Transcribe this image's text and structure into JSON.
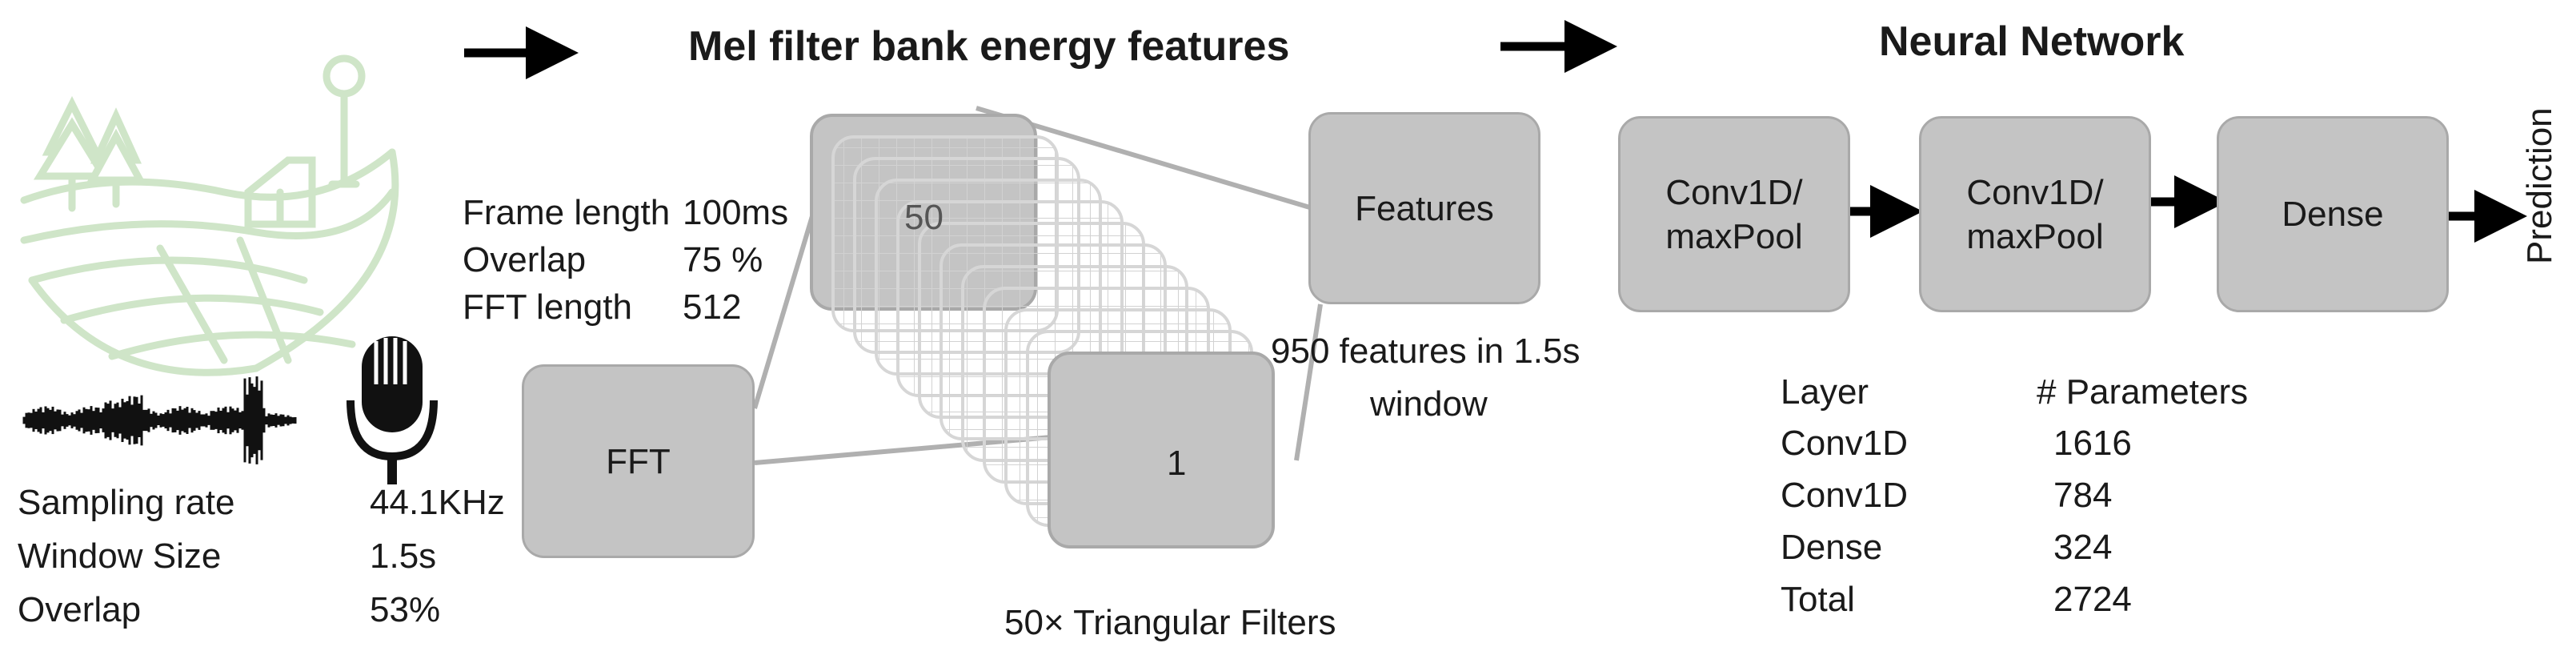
{
  "titles": {
    "mel": "Mel filter bank energy features",
    "nn": "Neural Network"
  },
  "input": {
    "sampling_rate_label": "Sampling rate",
    "sampling_rate_value": "44.1KHz",
    "window_size_label": "Window Size",
    "window_size_value": "1.5s",
    "overlap_label": "Overlap",
    "overlap_value": "53%"
  },
  "fft_params": {
    "frame_length_label": "Frame length",
    "frame_length_value": "100ms",
    "overlap_label": "Overlap",
    "overlap_value": "75 %",
    "fft_length_label": "FFT length",
    "fft_length_value": "512"
  },
  "blocks": {
    "fft": "FFT",
    "filter_top": "50",
    "filter_bottom": "1",
    "filters_caption": "50× Triangular Filters",
    "features": "Features",
    "features_line1": "950 features in 1.5s",
    "features_line2": "window",
    "conv1_line1": "Conv1D/",
    "conv1_line2": "maxPool",
    "conv2_line1": "Conv1D/",
    "conv2_line2": "maxPool",
    "dense": "Dense",
    "prediction": "Prediction"
  },
  "params_table": {
    "headers": [
      "Layer",
      "# Parameters"
    ],
    "rows": [
      [
        "Conv1D",
        "1616"
      ],
      [
        "Conv1D",
        "784"
      ],
      [
        "Dense",
        "324"
      ],
      [
        "Total",
        "2724"
      ]
    ]
  },
  "colors": {
    "box_fill": "#c4c4c4",
    "box_border": "#a9a9a9",
    "logo": "#cfe5c8",
    "arrow": "#000000"
  }
}
